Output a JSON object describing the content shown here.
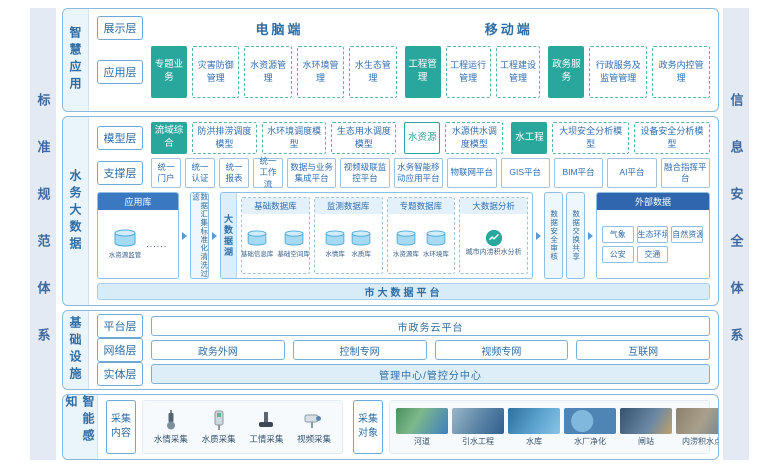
{
  "frame": {
    "left_bar": "标准规范体系",
    "right_bar": "信息安全体系"
  },
  "colors": {
    "primary_blue": "#2e6da4",
    "teal": "#2aa79d",
    "header_blue": "#3a78c2",
    "dark_header_blue": "#2f66ad",
    "cylinder_blue": "#a6daf2",
    "bar_light_blue": "#d8ecf8",
    "side_bar_bg": "#e3eaf3"
  },
  "smart_app": {
    "section_label": "智慧应用",
    "display_layer_label": "展示层",
    "pc_label": "电脑端",
    "mobile_label": "移动端",
    "app_layer_label": "应用层",
    "groups": [
      {
        "name": "专题业务",
        "items": [
          "灾害防御管理",
          "水资源管理",
          "水环境管理",
          "水生态管理"
        ]
      },
      {
        "name": "工程管理",
        "items": [
          "工程运行管理",
          "工程建设管理"
        ]
      },
      {
        "name": "政务服务",
        "items": [
          "行政服务及监管管理",
          "政务内控管理"
        ]
      }
    ]
  },
  "big_data": {
    "section_label": "水务大数据",
    "model_layer_label": "模型层",
    "model_groups": [
      {
        "name": "流域综合",
        "items": [
          "防洪排涝调度模型",
          "水环境调度模型",
          "生态用水调度模型"
        ]
      },
      {
        "name": "水资源",
        "items": [
          "水源供水调度模型"
        ]
      },
      {
        "name": "水工程",
        "items": [
          "大坝安全分析模型",
          "设备安全分析模型"
        ]
      }
    ],
    "support_layer_label": "支撑层",
    "support_items": [
      "统一门户",
      "统一认证",
      "统一报表",
      "统一工作流",
      "数据与业务集成平台",
      "视频级联监控平台",
      "水务智能移动应用平台",
      "物联网平台",
      "GIS平台",
      "BIM平台",
      "AI平台",
      "融合指挥平台"
    ],
    "app_db": {
      "title": "应用库",
      "item": "水资源监管",
      "more": "......"
    },
    "filter_box": "数据汇集标准化清洗过滤",
    "lake": {
      "title": "大数据湖",
      "groups": [
        {
          "name": "基础数据库",
          "dbs": [
            "基础信息库",
            "基础空间库"
          ]
        },
        {
          "name": "监测数据库",
          "dbs": [
            "水情库",
            "水质库"
          ]
        },
        {
          "name": "专题数据库",
          "dbs": [
            "水资源库",
            "水环境库"
          ]
        },
        {
          "name": "大数据分析",
          "analysis": "城市内涝积水分析"
        }
      ]
    },
    "audit_box": "数据安全审核",
    "exchange_box": "数据交换共享",
    "external": {
      "title": "外部数据",
      "items": [
        "气象",
        "生态环境",
        "自然资源",
        "公安",
        "交通"
      ]
    },
    "platform_bar": "市大数据平台"
  },
  "infra": {
    "section_label": "基础设施",
    "platform_layer_label": "平台层",
    "platform_bar": "市政务云平台",
    "network_layer_label": "网络层",
    "networks": [
      "政务外网",
      "控制专网",
      "视频专网",
      "互联网"
    ],
    "entity_layer_label": "实体层",
    "entity_bar": "管理中心/管控分中心"
  },
  "perception": {
    "section_label": "智能感知",
    "content_label": "采集内容",
    "content_items": [
      "水情采集",
      "水质采集",
      "工情采集",
      "视频采集"
    ],
    "object_label": "采集对象",
    "object_items": [
      "河道",
      "引水工程",
      "水库",
      "水厂净化",
      "闸站",
      "内涝积水点"
    ]
  }
}
